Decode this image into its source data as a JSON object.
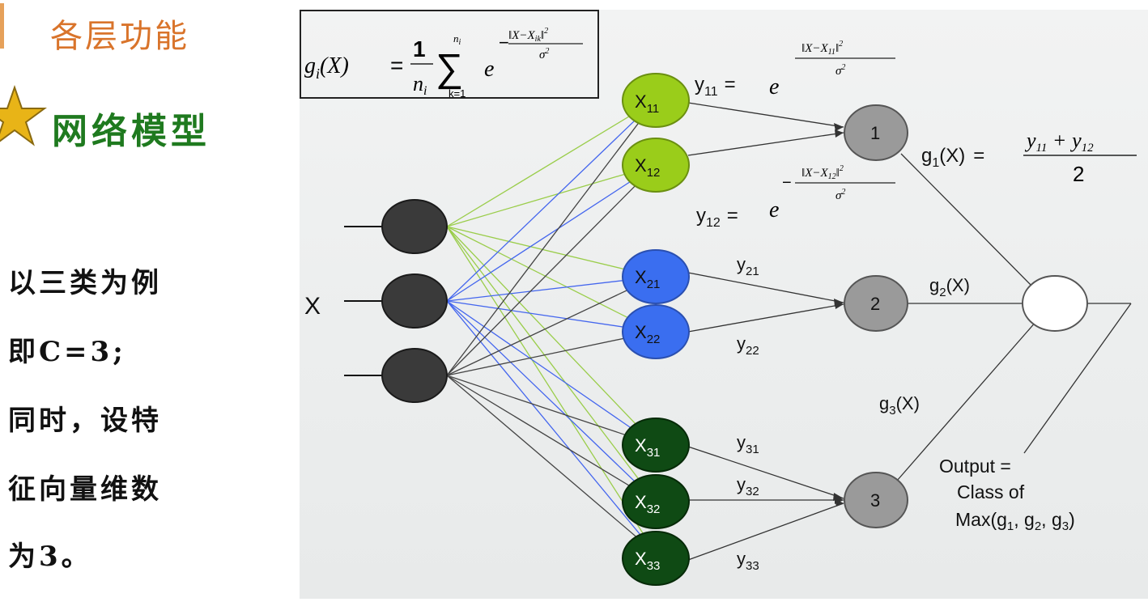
{
  "left_panel": {
    "section_title": "各层功能",
    "subsection_title": "网络模型",
    "description_lines": [
      "以三类为例",
      "即C=3;",
      "同时，设特",
      "征向量维数",
      "为3。"
    ]
  },
  "diagram": {
    "formula_box": {
      "lhs": "g",
      "lhs_sub": "i",
      "lhs_arg": "(X)",
      "equals": "=",
      "frac_num": "1",
      "frac_den": "n",
      "frac_den_sub": "i",
      "sum_symbol": "∑",
      "sum_top": "n",
      "sum_top_sub": "i",
      "sum_bottom": "k=1",
      "base": "e",
      "exp_minus": "−",
      "exp_num": "‖X−X",
      "exp_num_sub": "ik",
      "exp_num_close": "‖",
      "exp_num_sup": "2",
      "exp_den": "σ",
      "exp_den_sup": "2"
    },
    "input_label": "X",
    "pattern_nodes": [
      {
        "label": "X",
        "sub": "11",
        "color": "#9acd1a"
      },
      {
        "label": "X",
        "sub": "12",
        "color": "#9acd1a"
      },
      {
        "label": "X",
        "sub": "21",
        "color": "#3a6ef0"
      },
      {
        "label": "X",
        "sub": "22",
        "color": "#3a6ef0"
      },
      {
        "label": "X",
        "sub": "31",
        "color": "#0f4a14"
      },
      {
        "label": "X",
        "sub": "32",
        "color": "#0f4a14"
      },
      {
        "label": "X",
        "sub": "33",
        "color": "#0f4a14"
      }
    ],
    "summation_nodes": [
      "1",
      "2",
      "3"
    ],
    "y11_eq": {
      "name": "y",
      "sub": "11",
      "equals": "=",
      "base": "e",
      "minus": "",
      "num": "‖X−X",
      "num_sub": "11",
      "num_close": "‖",
      "sup": "2",
      "den": "σ",
      "den_sup": "2"
    },
    "y12_eq": {
      "name": "y",
      "sub": "12",
      "equals": "=",
      "base": "e",
      "minus": "−",
      "num": "‖X−X",
      "num_sub": "12",
      "num_close": "‖",
      "sup": "2",
      "den": "σ",
      "den_sup": "2"
    },
    "y_labels": [
      {
        "name": "y",
        "sub": "21"
      },
      {
        "name": "y",
        "sub": "22"
      },
      {
        "name": "y",
        "sub": "31"
      },
      {
        "name": "y",
        "sub": "32"
      },
      {
        "name": "y",
        "sub": "33"
      }
    ],
    "g1_eq": {
      "name": "g",
      "sub": "1",
      "arg": "(X)",
      "equals": "=",
      "num": "y",
      "num_sub1": "11",
      "plus": "+",
      "num2": "y",
      "num_sub2": "12",
      "den": "2"
    },
    "g2_label": {
      "name": "g",
      "sub": "2",
      "arg": "(X)"
    },
    "g3_label": {
      "name": "g",
      "sub": "3",
      "arg": "(X)"
    },
    "output": {
      "line1": "Output =",
      "line2": "Class of",
      "line3_a": "Max(g",
      "line3_s1": "1",
      "line3_b": ", g",
      "line3_s2": "2",
      "line3_c": ", g",
      "line3_s3": "3",
      "line3_d": ")"
    },
    "colors": {
      "input_node": "#3a3a3a",
      "summation_node": "#9a9a9a",
      "output_node": "#ffffff",
      "edge_green": "#9acd4a",
      "edge_blue": "#4466ee",
      "edge_dark": "#444444"
    }
  }
}
